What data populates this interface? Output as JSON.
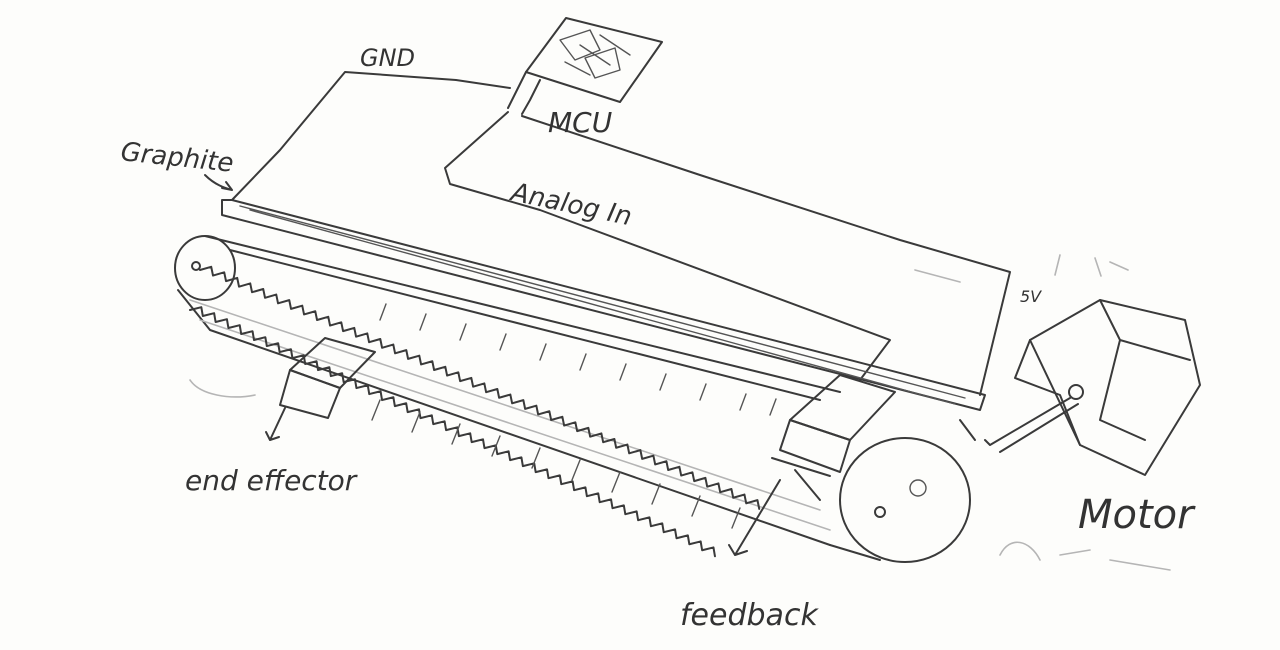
{
  "labels": {
    "gnd": "GND",
    "mcu": "MCU",
    "graphite": "Graphite",
    "analog_in": "Analog In",
    "five_volt": "5V",
    "end_effector": "end effector",
    "feedback": "feedback",
    "motor": "Motor"
  }
}
